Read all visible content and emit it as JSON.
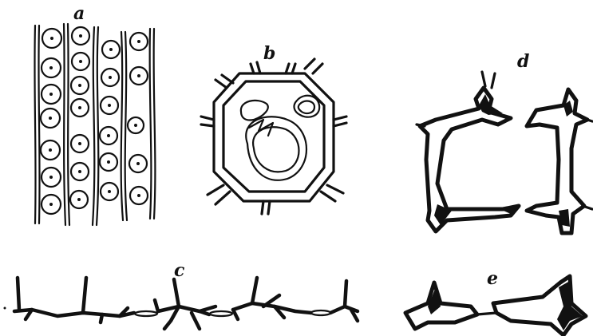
{
  "figure": {
    "labels": {
      "a": "a",
      "b": "b",
      "c": "c",
      "d": "d",
      "e": "e"
    }
  },
  "colors": {
    "ink": "#111111",
    "paper": "#ffffff"
  }
}
